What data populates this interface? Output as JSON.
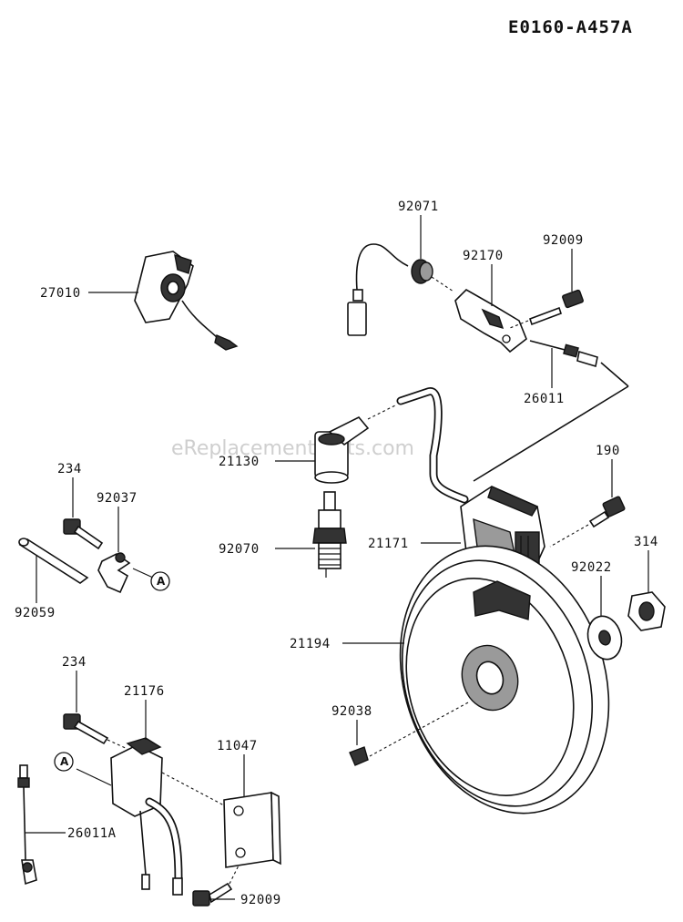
{
  "diagram_code": "E0160-A457A",
  "watermark": "eReplacementParts.com",
  "callout_marker": "A",
  "part_labels": [
    "92071",
    "92170",
    "92009",
    "27010",
    "26011",
    "21130",
    "190",
    "234",
    "92037",
    "92070",
    "21171",
    "314",
    "92022",
    "92059",
    "21194",
    "234",
    "21176",
    "92038",
    "11047",
    "26011A",
    "92009"
  ]
}
